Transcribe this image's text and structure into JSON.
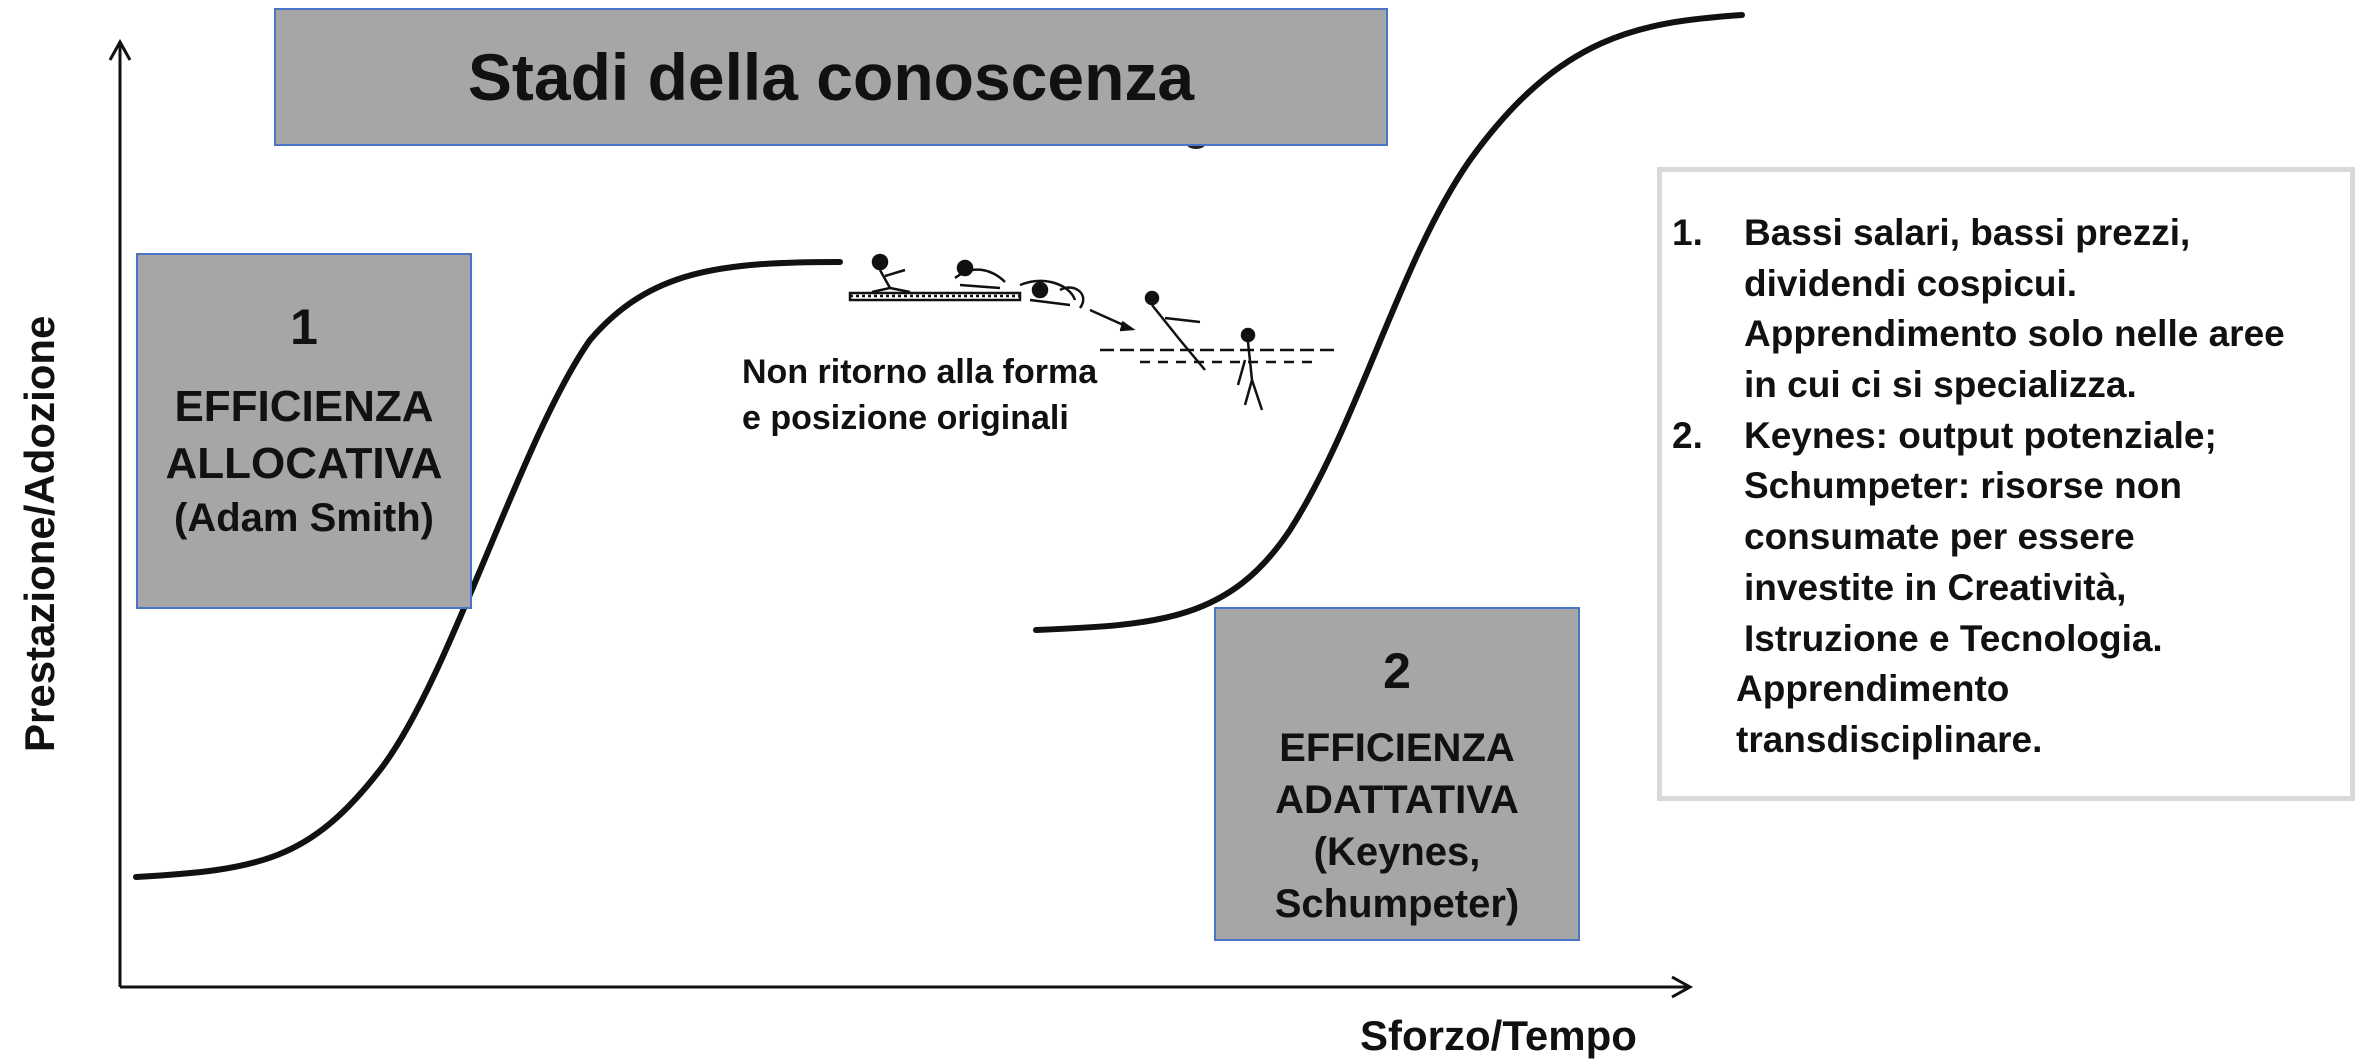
{
  "title": "Stadi della conoscenza",
  "box1": {
    "number": "1",
    "line1": "EFFICIENZA",
    "line2": "ALLOCATIVA",
    "line3": "(Adam Smith)"
  },
  "box2": {
    "number": "2",
    "line1": "EFFICIENZA",
    "line2": "ADATTATIVA",
    "line3": "(Keynes,",
    "line4": "Schumpeter)"
  },
  "caption": {
    "line1": "Non ritorno alla forma",
    "line2": "e posizione originali"
  },
  "notes": {
    "item1_num": "1.",
    "item1_lines": [
      "Bassi salari, bassi prezzi,",
      "dividendi cospicui.",
      "Apprendimento solo nelle aree",
      "in cui ci si specializza."
    ],
    "item2_num": "2.",
    "item2_lines": [
      "Keynes: output potenziale;",
      "Schumpeter: risorse non",
      "consumate per essere",
      "investite in Creatività,",
      "Istruzione e Tecnologia."
    ],
    "tail_lines": [
      "Apprendimento",
      "transdisciplinare."
    ]
  },
  "axes": {
    "y_label": "Prestazione/Adozione",
    "x_label": "Sforzo/Tempo"
  },
  "colors": {
    "box_fill": "#a6a6a6",
    "box_border": "#4a74c4",
    "curve": "#111111",
    "notes_border": "#d9d9d9"
  },
  "icons": {
    "diver": "diver-sequence-illustration"
  }
}
